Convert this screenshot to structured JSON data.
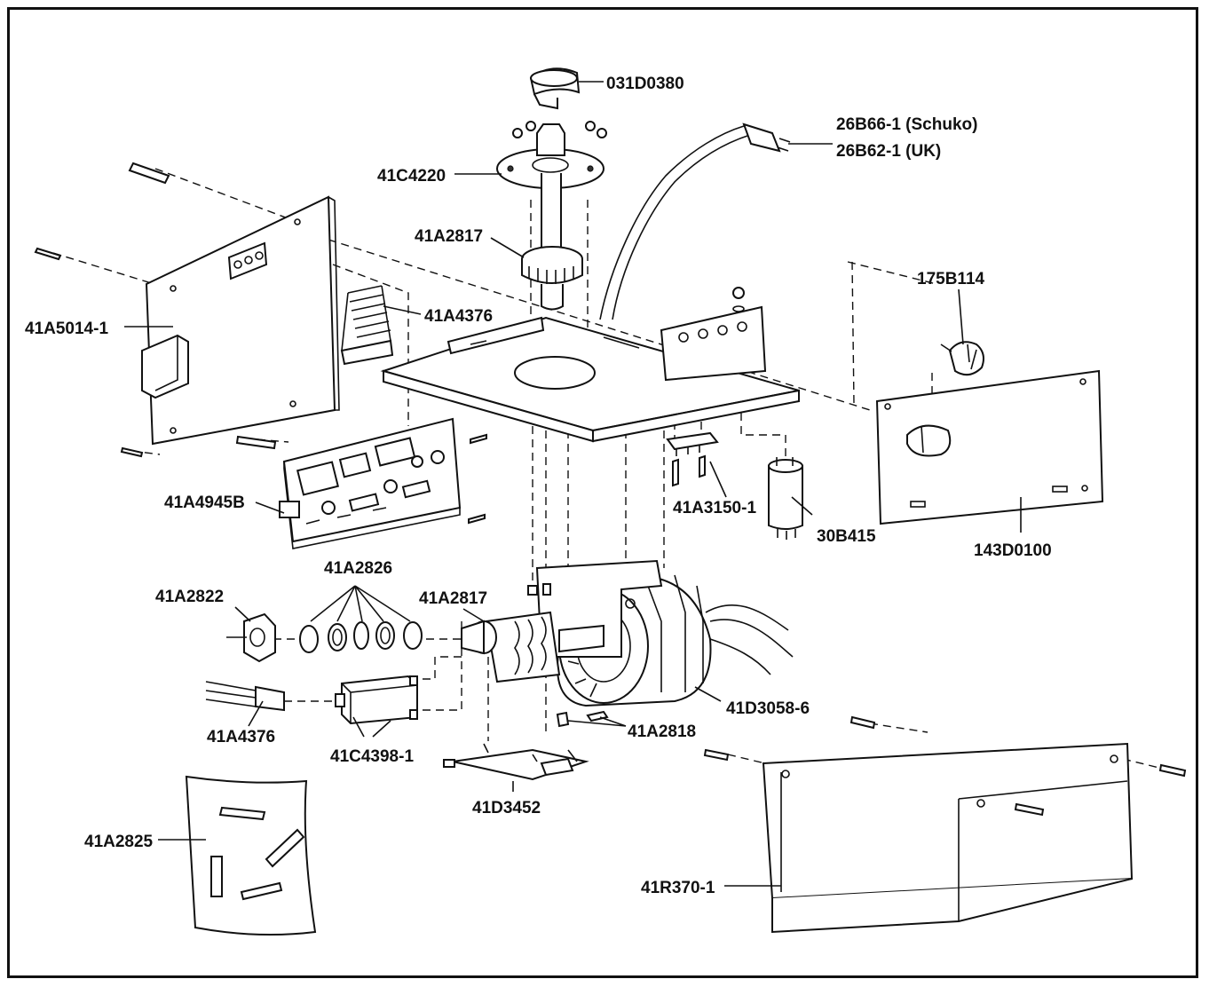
{
  "parts": {
    "p031D0380": "031D0380",
    "p26B66": "26B66-1 (Schuko)",
    "p26B62": "26B62-1 (UK)",
    "p41C4220": "41C4220",
    "p41A2817a": "41A2817",
    "p41A5014": "41A5014-1",
    "p41A4376a": "41A4376",
    "p175B114": "175B114",
    "p41A4945B": "41A4945B",
    "p41A3150": "41A3150-1",
    "p30B415": "30B415",
    "p143D0100": "143D0100",
    "p41A2826": "41A2826",
    "p41A2822": "41A2822",
    "p41A2817b": "41A2817",
    "p41D3058": "41D3058-6",
    "p41A4376b": "41A4376",
    "p41C4398": "41C4398-1",
    "p41A2818": "41A2818",
    "p41D3452": "41D3452",
    "p41A2825": "41A2825",
    "p41R370": "41R370-1"
  },
  "colors": {
    "line": "#111111",
    "paper": "#ffffff"
  }
}
